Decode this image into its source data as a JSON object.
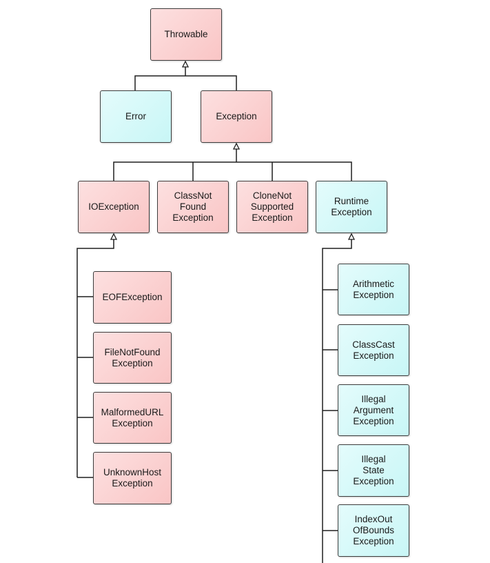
{
  "nodes": {
    "throwable": "Throwable",
    "error": "Error",
    "exception": "Exception",
    "ioexception": "IOException",
    "classnotfound": "ClassNot\nFound\nException",
    "clonenotsupported": "CloneNot\nSupported\nException",
    "runtime": "Runtime\nException",
    "eof": "EOFException",
    "filenotfound": "FileNotFound\nException",
    "malformedurl": "MalformedURL\nException",
    "unknownhost": "UnknownHost\nException",
    "arithmetic": "Arithmetic\nException",
    "classcast": "ClassCast\nException",
    "illegalargument": "Illegal\nArgument\nException",
    "illegalstate": "Illegal\nState\nException",
    "indexoutofbounds": "IndexOut\nOfBounds\nException"
  },
  "colors": {
    "red_fill": "#f9c5c5",
    "cyan_fill": "#c8f6f6",
    "line": "#1e1e1e"
  }
}
